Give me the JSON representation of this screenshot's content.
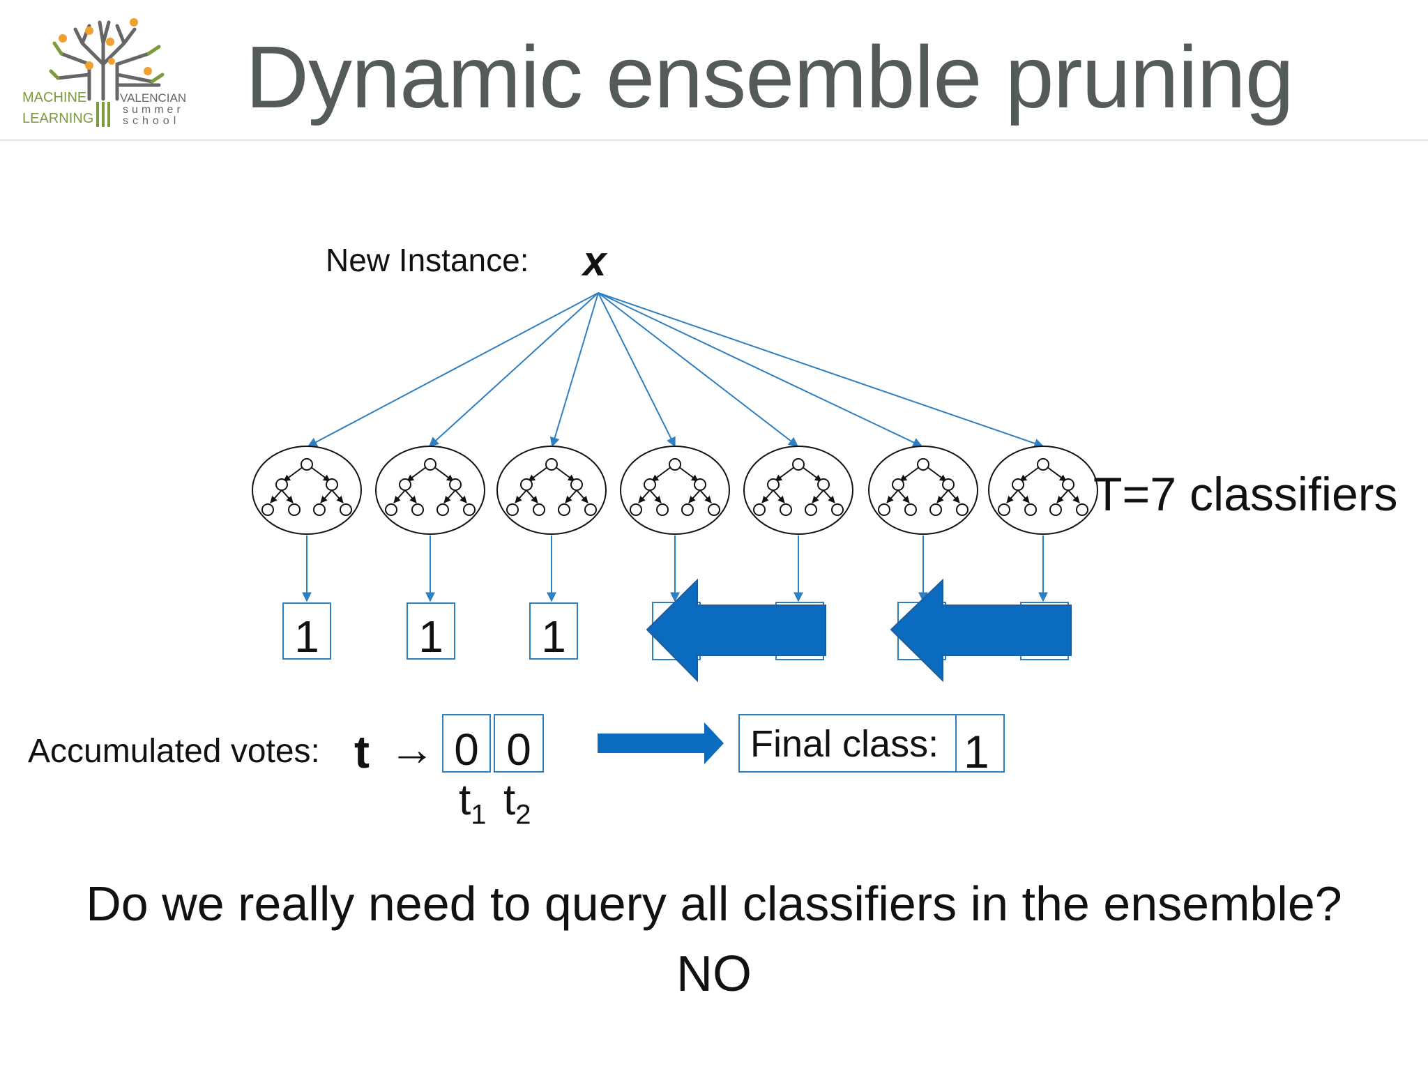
{
  "logo": {
    "line1": "MACHINE",
    "line2": "LEARNING",
    "line3": "VALENCIAN",
    "line4": "summer",
    "line5": "school"
  },
  "title": "Dynamic ensemble pruning",
  "new_instance": {
    "label": "New Instance:",
    "symbol": "x"
  },
  "classifier_count": "T=7 classifiers",
  "votes": [
    "1",
    "1",
    "1"
  ],
  "accumulated": {
    "label": "Accumulated votes:",
    "symbol": "t",
    "arrow": "→",
    "counts": [
      "0",
      "0"
    ],
    "index_letter": "t",
    "indices": [
      "1",
      "2"
    ]
  },
  "final": {
    "label": "Final class:",
    "value": "1"
  },
  "question": "Do we really need to query all classifiers in the ensemble?",
  "answer": "NO",
  "colors": {
    "accent": "#2e7fc1",
    "arrow_fill": "#0a6bbf",
    "title": "#555a5a",
    "logo_green": "#7a9b3e",
    "logo_gray": "#666666",
    "logo_orange": "#f0a030"
  }
}
